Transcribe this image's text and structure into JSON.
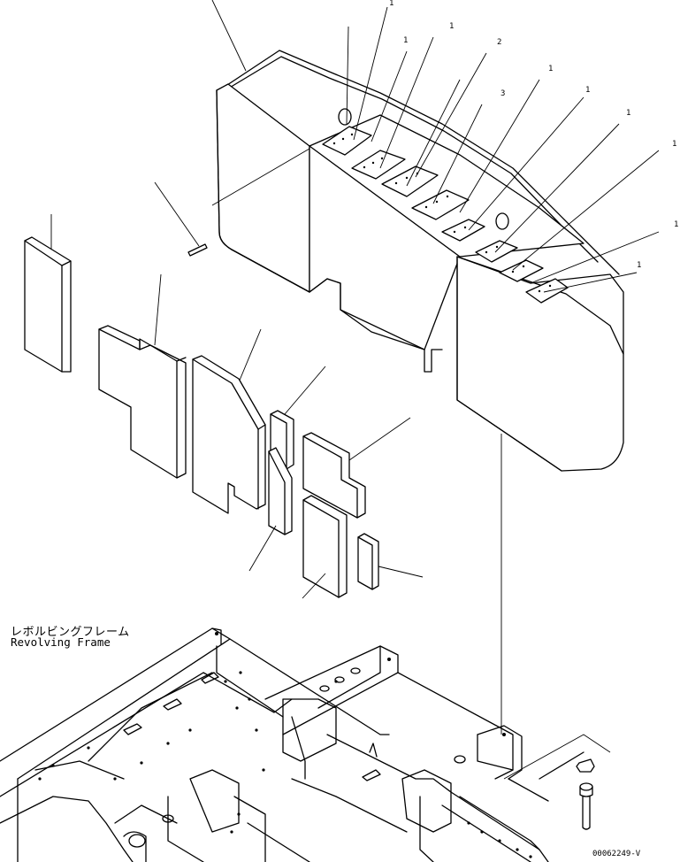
{
  "diagram": {
    "frame_label_jp": "レボルビングフレーム",
    "frame_label_en": "Revolving Frame",
    "drawing_number": "00062249-V",
    "callout_marks": [
      "1",
      "1",
      "1",
      "1",
      "2",
      "1",
      "3",
      "1",
      "1",
      "1",
      "1"
    ]
  }
}
